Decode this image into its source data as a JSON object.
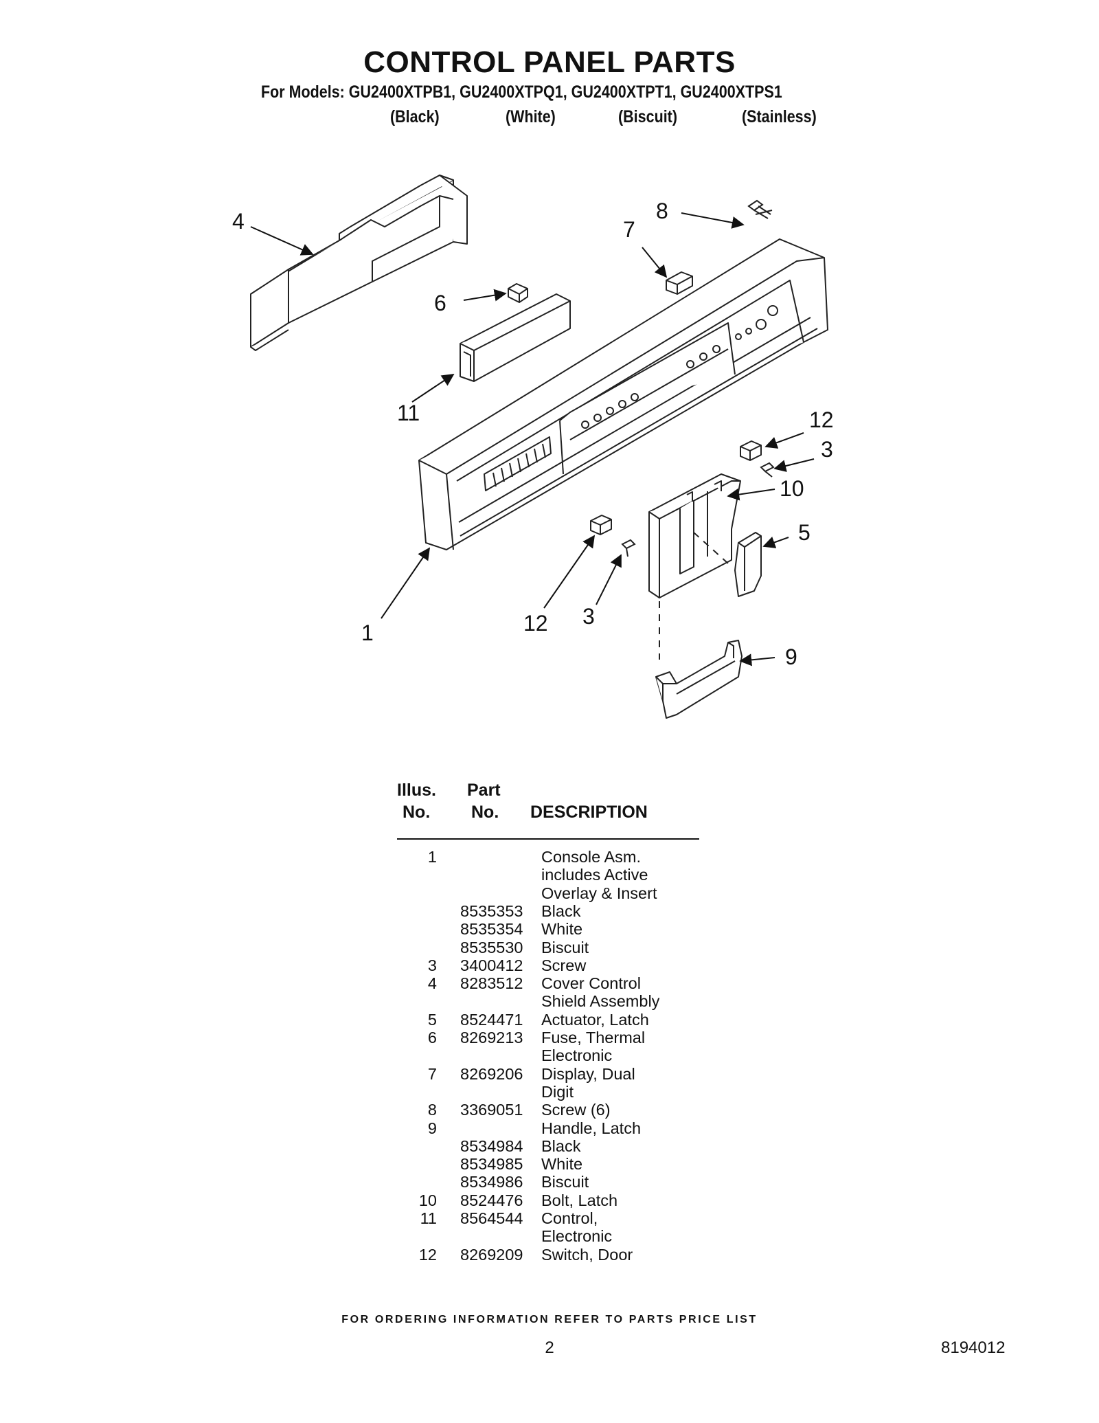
{
  "header": {
    "title": "CONTROL PANEL PARTS",
    "models_line": "For Models: GU2400XTPB1, GU2400XTPQ1, GU2400XTPT1, GU2400XTPS1",
    "colors": [
      "(Black)",
      "(White)",
      "(Biscuit)",
      "(Stainless)"
    ]
  },
  "diagram": {
    "callouts": [
      "4",
      "8",
      "7",
      "6",
      "11",
      "12",
      "3",
      "10",
      "5",
      "1",
      "12",
      "3",
      "9"
    ]
  },
  "table": {
    "headers": {
      "illus_top": "Illus.",
      "illus_bottom": "No.",
      "part_top": "Part",
      "part_bottom": "No.",
      "description": "DESCRIPTION"
    },
    "rows": [
      {
        "illus": "1",
        "part": "",
        "desc": "Console Asm."
      },
      {
        "illus": "",
        "part": "",
        "desc": "includes Active"
      },
      {
        "illus": "",
        "part": "",
        "desc": "Overlay & Insert"
      },
      {
        "illus": "",
        "part": "8535353",
        "desc": "Black"
      },
      {
        "illus": "",
        "part": "8535354",
        "desc": "White"
      },
      {
        "illus": "",
        "part": "8535530",
        "desc": "Biscuit"
      },
      {
        "illus": "3",
        "part": "3400412",
        "desc": "Screw"
      },
      {
        "illus": "4",
        "part": "8283512",
        "desc": "Cover Control"
      },
      {
        "illus": "",
        "part": "",
        "desc": "Shield Assembly"
      },
      {
        "illus": "5",
        "part": "8524471",
        "desc": "Actuator, Latch"
      },
      {
        "illus": "6",
        "part": "8269213",
        "desc": "Fuse, Thermal"
      },
      {
        "illus": "",
        "part": "",
        "desc": "Electronic"
      },
      {
        "illus": "7",
        "part": "8269206",
        "desc": "Display, Dual"
      },
      {
        "illus": "",
        "part": "",
        "desc": "Digit"
      },
      {
        "illus": "8",
        "part": "3369051",
        "desc": "Screw (6)"
      },
      {
        "illus": "9",
        "part": "",
        "desc": "Handle, Latch"
      },
      {
        "illus": "",
        "part": "8534984",
        "desc": "Black"
      },
      {
        "illus": "",
        "part": "8534985",
        "desc": "White"
      },
      {
        "illus": "",
        "part": "8534986",
        "desc": "Biscuit"
      },
      {
        "illus": "10",
        "part": "8524476",
        "desc": "Bolt, Latch"
      },
      {
        "illus": "11",
        "part": "8564544",
        "desc": "Control,"
      },
      {
        "illus": "",
        "part": "",
        "desc": "Electronic"
      },
      {
        "illus": "12",
        "part": "8269209",
        "desc": "Switch, Door"
      }
    ]
  },
  "footer": {
    "note": "FOR ORDERING INFORMATION REFER TO PARTS PRICE LIST",
    "page_number": "2",
    "document_number": "8194012"
  }
}
